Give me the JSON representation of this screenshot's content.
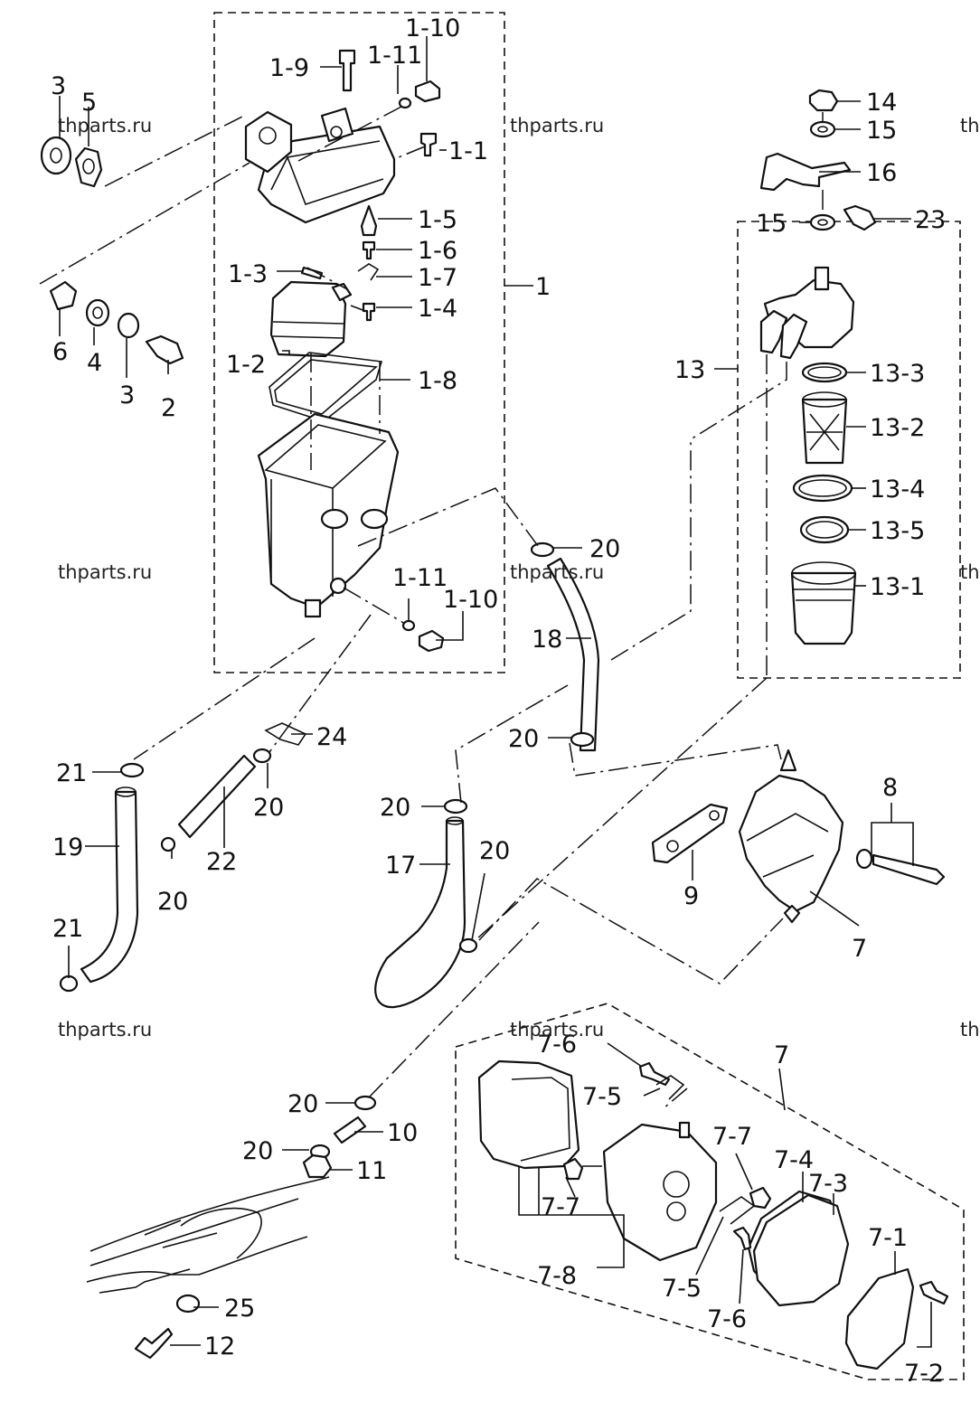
{
  "watermarks": [
    "thparts.ru",
    "thparts.ru",
    "thparts.ru",
    "thparts.ru",
    "thparts.ru",
    "thparts.ru",
    "th",
    "th",
    "th"
  ],
  "labels": {
    "p1": "1",
    "p1_1": "1-1",
    "p1_2": "1-2",
    "p1_3": "1-3",
    "p1_4": "1-4",
    "p1_5": "1-5",
    "p1_6": "1-6",
    "p1_7": "1-7",
    "p1_8": "1-8",
    "p1_9": "1-9",
    "p1_10a": "1-10",
    "p1_11a": "1-11",
    "p1_10b": "1-10",
    "p1_11b": "1-11",
    "p2": "2",
    "p3a": "3",
    "p3b": "3",
    "p4": "4",
    "p5": "5",
    "p6": "6",
    "p7a": "7",
    "p7b": "7",
    "p7_1": "7-1",
    "p7_2": "7-2",
    "p7_3": "7-3",
    "p7_4": "7-4",
    "p7_5a": "7-5",
    "p7_5b": "7-5",
    "p7_6a": "7-6",
    "p7_6b": "7-6",
    "p7_7a": "7-7",
    "p7_7b": "7-7",
    "p7_8": "7-8",
    "p8": "8",
    "p9": "9",
    "p10": "10",
    "p11": "11",
    "p12": "12",
    "p13": "13",
    "p13_1": "13-1",
    "p13_2": "13-2",
    "p13_3": "13-3",
    "p13_4": "13-4",
    "p13_5": "13-5",
    "p14": "14",
    "p15a": "15",
    "p15b": "15",
    "p16": "16",
    "p17": "17",
    "p18": "18",
    "p19": "19",
    "p20a": "20",
    "p20b": "20",
    "p20c": "20",
    "p20d": "20",
    "p20e": "20",
    "p20f": "20",
    "p20g": "20",
    "p20h": "20",
    "p21a": "21",
    "p21b": "21",
    "p22": "22",
    "p23": "23",
    "p24": "24",
    "p25": "25"
  }
}
